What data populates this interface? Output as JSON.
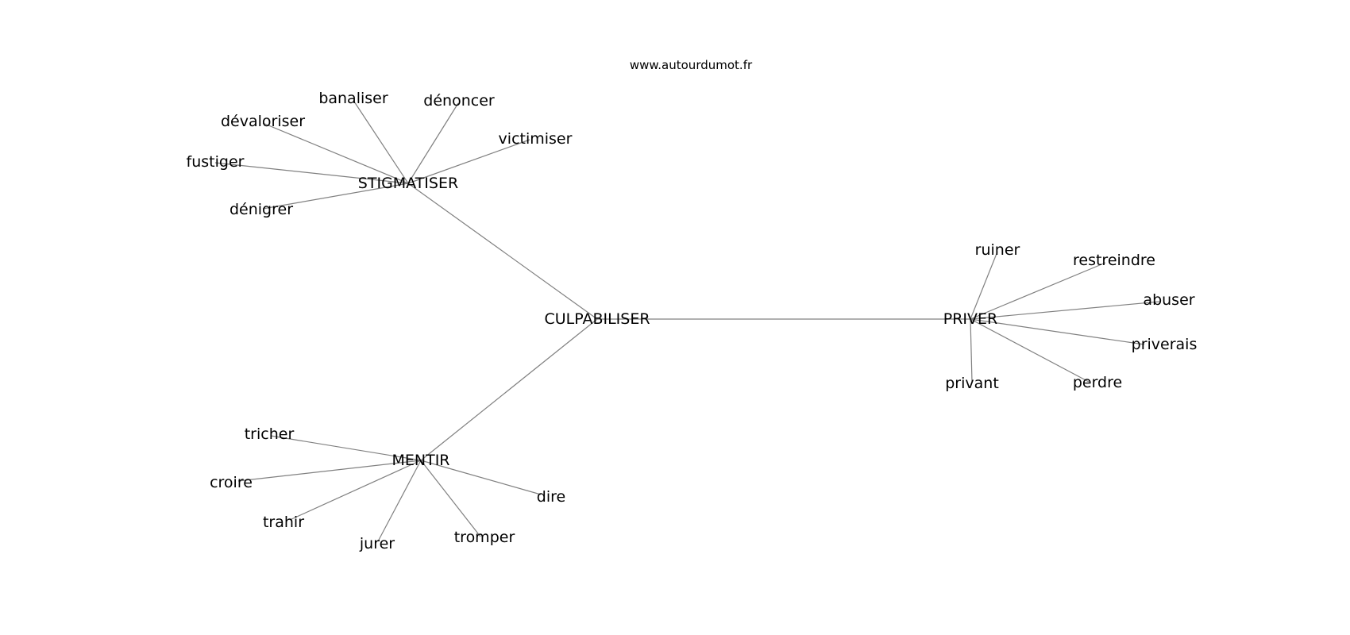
{
  "header": {
    "site": "www.autourdumot.fr"
  },
  "graph": {
    "center": "CULPABILISER",
    "hubs": [
      {
        "word": "STIGMATISER",
        "leaves": [
          "banaliser",
          "dénoncer",
          "victimiser",
          "dévaloriser",
          "fustiger",
          "dénigrer"
        ]
      },
      {
        "word": "PRIVER",
        "leaves": [
          "ruiner",
          "restreindre",
          "abuser",
          "priverais",
          "perdre",
          "privant"
        ]
      },
      {
        "word": "MENTIR",
        "leaves": [
          "tricher",
          "croire",
          "trahir",
          "jurer",
          "tromper",
          "dire"
        ]
      }
    ],
    "edge_color": "#808080",
    "text_color": "#000000"
  }
}
